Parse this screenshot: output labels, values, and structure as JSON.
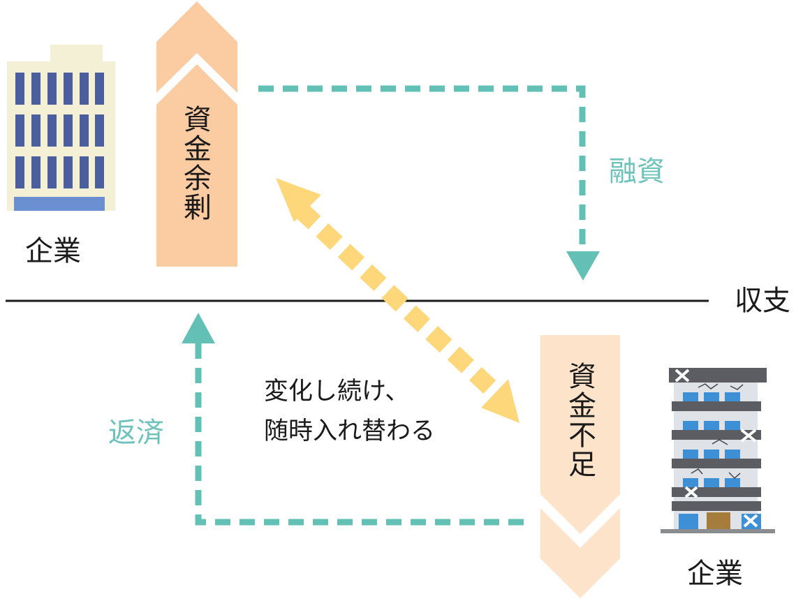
{
  "labels": {
    "company_top": "企業",
    "company_bottom": "企業",
    "surplus": "資金余剰",
    "shortage": "資金不足",
    "balance_line": "収支",
    "loan": "融資",
    "repayment": "返済",
    "caption_line1": "変化し続け、",
    "caption_line2": "随時入れ替わる"
  },
  "colors": {
    "surplus_arrow": "#fbcba1",
    "shortage_arrow": "#fde3c9",
    "flow_teal": "#63c0b5",
    "swap_yellow": "#fdd77a",
    "building_blue": "#4b5f9e",
    "building_wall": "#f4f0d6"
  },
  "icons": {
    "healthy_company": "office-building-icon",
    "struggling_company": "damaged-building-icon"
  }
}
